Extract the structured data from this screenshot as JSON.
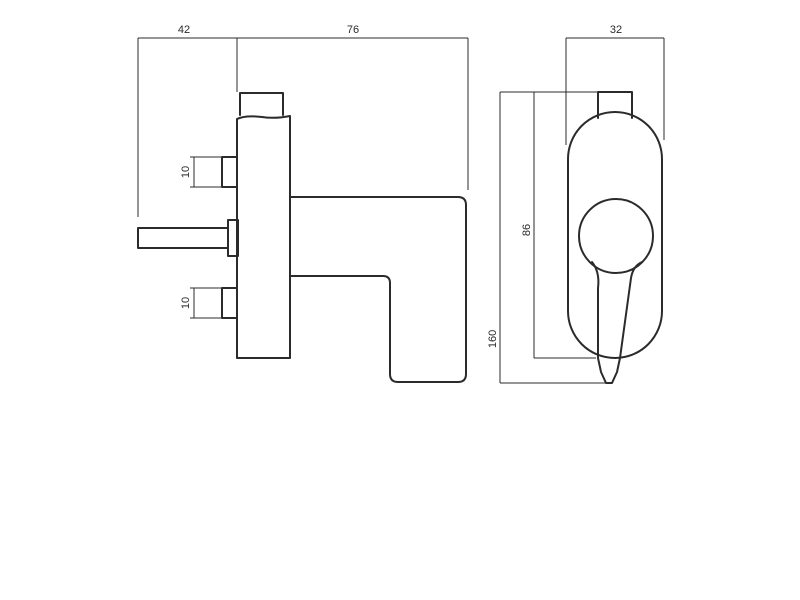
{
  "dimensions": {
    "spindle_depth": "42",
    "handle_projection": "76",
    "rose_width": "32",
    "screw_upper": "10",
    "screw_lower": "10",
    "rose_height": "86",
    "total_height": "160"
  }
}
